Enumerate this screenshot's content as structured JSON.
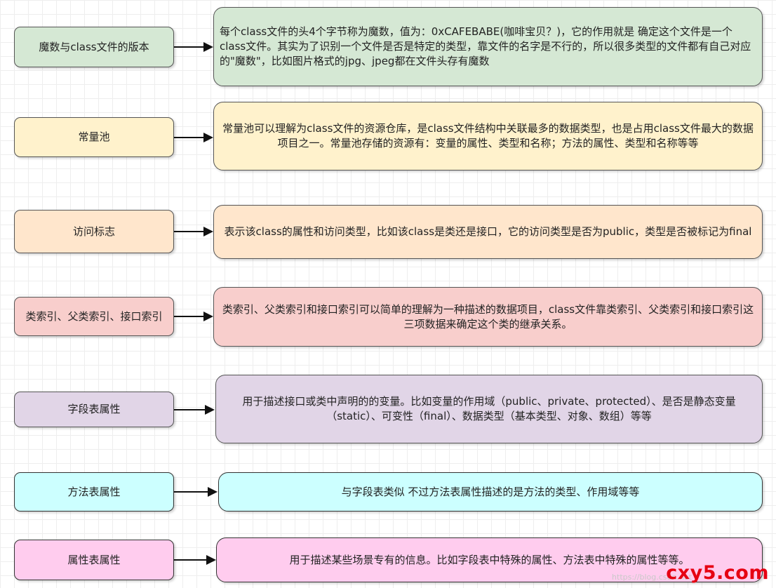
{
  "rows": [
    {
      "label": "魔数与class文件的版本",
      "description": "每个class文件的头4个字节称为魔数，值为：0xCAFEBABE(咖啡宝贝？)，它的作用就是 确定这个文件是一个class文件。其实为了识别一个文件是否是特定的类型，靠文件的名字是不行的，所以很多类型的文件都有自己对应的\"魔数\"，比如图片格式的jpg、jpeg都在文件头存有魔数",
      "color": "#d5e8d4"
    },
    {
      "label": "常量池",
      "description": "常量池可以理解为class文件的资源仓库，是class文件结构中关联最多的数据类型，也是占用class文件最大的数据项目之一。常量池存储的资源有：变量的属性、类型和名称；方法的属性、类型和名称等等",
      "color": "#fff2cc"
    },
    {
      "label": "访问标志",
      "description": "表示该class的属性和访问类型，比如该class是类还是接口，它的访问类型是否为public，类型是否被标记为final",
      "color": "#ffe6cc"
    },
    {
      "label": "类索引、父类索引、接口索引",
      "description": "类索引、父类索引和接口索引可以简单的理解为一种描述的数据项目，class文件靠类索引、父类索引和接口索引这三项数据来确定这个类的继承关系。",
      "color": "#f8cecc"
    },
    {
      "label": "字段表属性",
      "description": "用于描述接口或类中声明的的变量。比如变量的作用域（public、private、protected）、是否是静态变量（static）、可变性（final）、数据类型（基本类型、对象、数组）等等",
      "color": "#e1d5e7"
    },
    {
      "label": "方法表属性",
      "description": "与字段表类似  不过方法表属性描述的是方法的类型、作用域等等",
      "color": "#ccffff"
    },
    {
      "label": "属性表属性",
      "description": "用于描述某些场景专有的信息。比如字段表中特殊的属性、方法表中特殊的属性等等。",
      "color": "#ffccee"
    }
  ],
  "watermark": "cxy5.com",
  "watermark_faint": "https://blog.csdn.net"
}
